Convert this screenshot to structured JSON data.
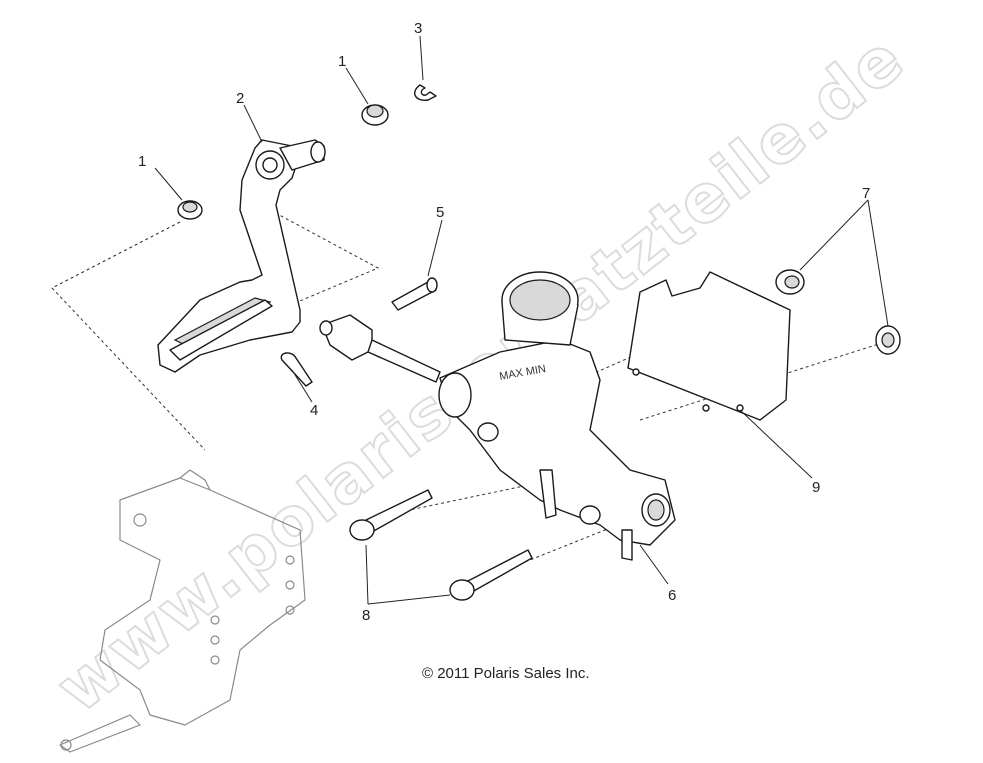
{
  "watermark": "www.polaris-ersatzteile.de",
  "copyright": "© 2011 Polaris Sales Inc.",
  "reservoir_cap_text": "MAX MIN",
  "callouts": [
    {
      "id": "1a",
      "label": "1"
    },
    {
      "id": "1b",
      "label": "1"
    },
    {
      "id": "2",
      "label": "2"
    },
    {
      "id": "3",
      "label": "3"
    },
    {
      "id": "4",
      "label": "4"
    },
    {
      "id": "5",
      "label": "5"
    },
    {
      "id": "6",
      "label": "6"
    },
    {
      "id": "7",
      "label": "7"
    },
    {
      "id": "8",
      "label": "8"
    },
    {
      "id": "9",
      "label": "9"
    }
  ]
}
